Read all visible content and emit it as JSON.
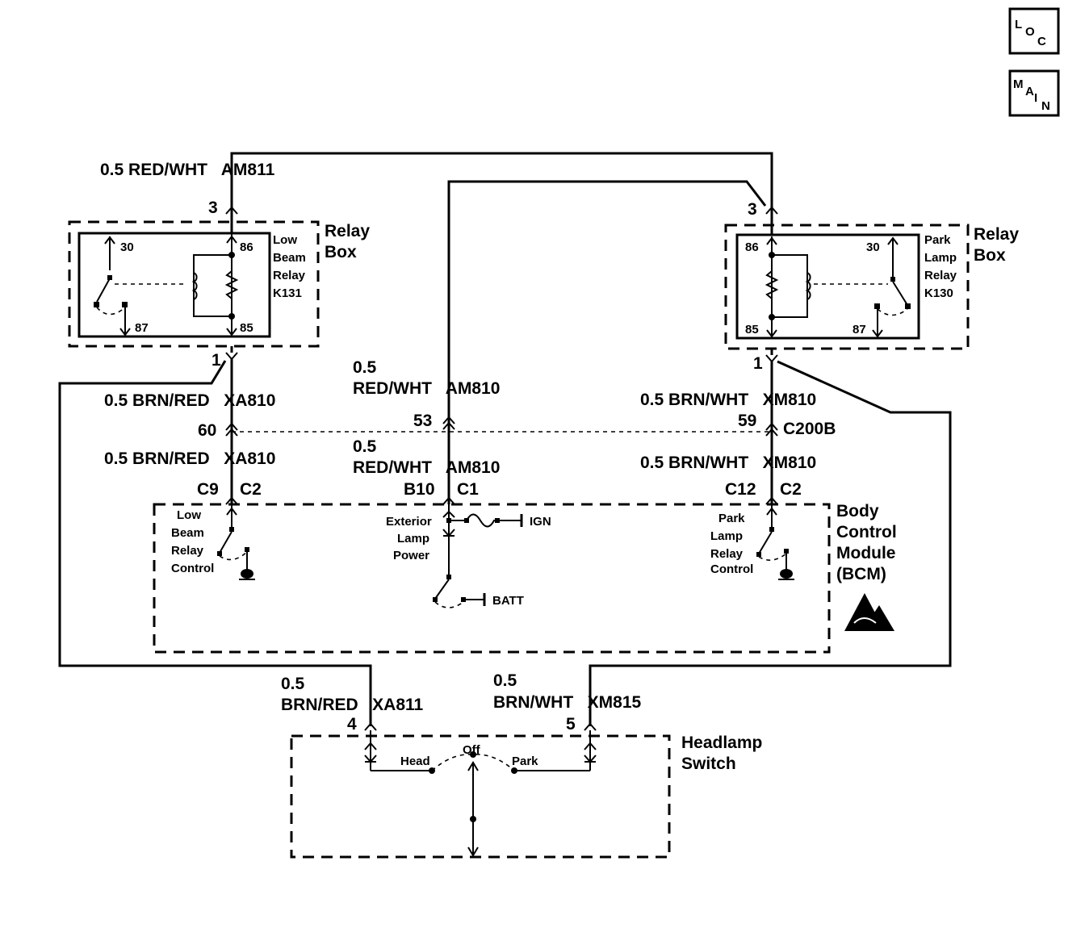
{
  "icons": {
    "loc": "loc-icon",
    "main": "main-icon",
    "esd": "esd-warning-icon",
    "ground": "ground-icon"
  },
  "nav": {
    "loc": [
      "L",
      "O",
      "C"
    ],
    "main": [
      "M",
      "A",
      "I",
      "N"
    ]
  },
  "wires": {
    "am811": "0.5 RED/WHT   AM811",
    "am810_upper": [
      "0.5",
      "RED/WHT   AM810"
    ],
    "am810_lower": [
      "0.5",
      "RED/WHT   AM810"
    ],
    "xa810_upper": "0.5 BRN/RED   XA810",
    "xa810_lower": "0.5 BRN/RED   XA810",
    "xm810_upper": "0.5 BRN/WHT   XM810",
    "xm810_lower": "0.5 BRN/WHT   XM810",
    "xa811": [
      "0.5",
      "BRN/RED   XA811"
    ],
    "xm815": [
      "0.5",
      "BRN/WHT   XM815"
    ]
  },
  "pins": {
    "left_relay_top": "3",
    "right_relay_top": "3",
    "left_relay_bottom": "1",
    "right_relay_bottom": "1",
    "c200b_left": "60",
    "c200b_mid": "53",
    "c200b_right": "59",
    "c200b_name": "C200B",
    "bcm_left": [
      "C9",
      "C2"
    ],
    "bcm_mid": [
      "B10",
      "C1"
    ],
    "bcm_right": [
      "C12",
      "C2"
    ],
    "switch_left": "4",
    "switch_right": "5"
  },
  "relay_left": {
    "box_label": [
      "Relay",
      "Box"
    ],
    "relay_name": [
      "Low",
      "Beam",
      "Relay",
      "K131"
    ],
    "terminals": {
      "t30": "30",
      "t86": "86",
      "t87": "87",
      "t85": "85"
    }
  },
  "relay_right": {
    "box_label": [
      "Relay",
      "Box"
    ],
    "relay_name": [
      "Park",
      "Lamp",
      "Relay",
      "K130"
    ],
    "terminals": {
      "t86": "86",
      "t30": "30",
      "t85": "85",
      "t87": "87"
    }
  },
  "bcm": {
    "label": [
      "Body",
      "Control",
      "Module",
      "(BCM)"
    ],
    "low_beam_control": [
      "Low",
      "Beam",
      "Relay",
      "Control"
    ],
    "exterior_lamp_power": [
      "Exterior",
      "Lamp",
      "Power"
    ],
    "park_lamp_control": [
      "Park",
      "Lamp",
      "Relay",
      "Control"
    ],
    "ign": "IGN",
    "batt": "BATT"
  },
  "headlamp_switch": {
    "label": [
      "Headlamp",
      "Switch"
    ],
    "positions": {
      "head": "Head",
      "off": "Off",
      "park": "Park"
    }
  }
}
